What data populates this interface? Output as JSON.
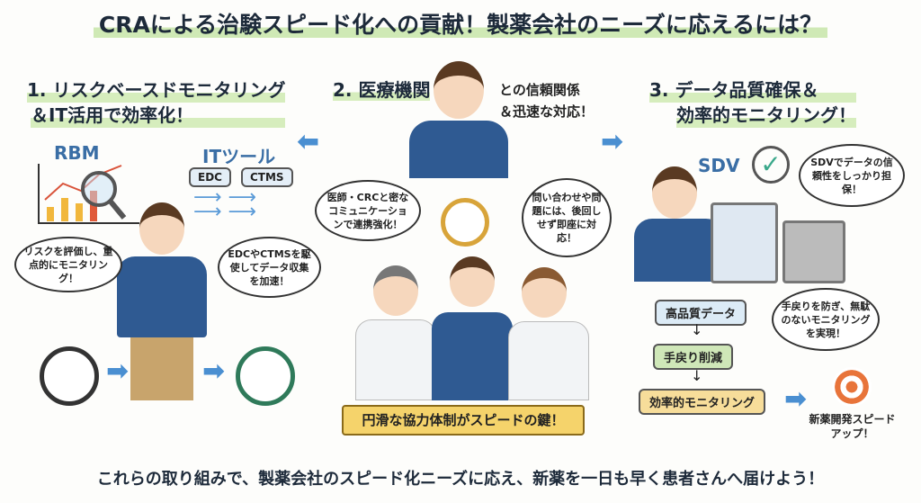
{
  "title": "CRAによる治験スピード化への貢献！製薬会社のニーズに応えるには？",
  "section1": {
    "heading_line1": "1. リスクベースドモニタリング",
    "heading_line2": "＆IT活用で効率化！",
    "rbm_label": "RBM",
    "it_label": "ITツール",
    "tags": [
      "EDC",
      "CTMS"
    ],
    "bubble_left": "リスクを評価し、重点的にモニタリング！",
    "bubble_right": "EDCやCTMSを駆使してデータ収集を加速！"
  },
  "section2": {
    "heading_line1": "2. 医療機関",
    "heading_line1b": "との信頼関係",
    "heading_line2": "＆迅速な対応！",
    "bubble_left": "医師・CRCと密なコミュニケーションで連携強化！",
    "bubble_right": "問い合わせや問題には、後回しせず即座に対応！",
    "banner": "円滑な協力体制がスピードの鍵！"
  },
  "section3": {
    "heading_line1": "3. データ品質確保＆",
    "heading_line2": "効率的モニタリング！",
    "sdv_label": "SDV",
    "bubble_top": "SDVでデータの信頼性をしっかり担保！",
    "bubble_mid": "手戻りを防ぎ、無駄のないモニタリングを実現！",
    "flow": [
      "高品質データ",
      "手戻り削減",
      "効率的モニタリング"
    ],
    "goal": "新薬開発スピードアップ！"
  },
  "footer": "これらの取り組みで、製薬会社のスピード化ニーズに応え、新薬を一日も早く患者さんへ届けよう！",
  "colors": {
    "accent_blue": "#3a6ea5",
    "highlight_green": "#d6edbd",
    "suit": "#2f5a92",
    "banner": "#f5d36b"
  }
}
